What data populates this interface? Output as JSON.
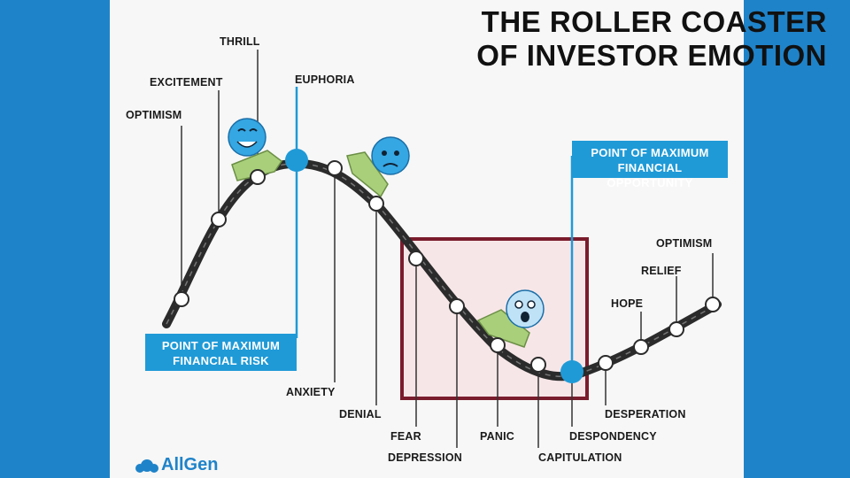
{
  "title": {
    "line1": "THE ROLLER COASTER",
    "line2": "OF INVESTOR EMOTION"
  },
  "emotions": {
    "optimism_start": "OPTIMISM",
    "excitement": "EXCITEMENT",
    "thrill": "THRILL",
    "euphoria": "EUPHORIA",
    "anxiety": "ANXIETY",
    "denial": "DENIAL",
    "fear": "FEAR",
    "depression": "DEPRESSION",
    "panic": "PANIC",
    "capitulation": "CAPITULATION",
    "despondency": "DESPONDENCY",
    "desperation": "DESPERATION",
    "hope": "HOPE",
    "relief": "RELIEF",
    "optimism_end": "OPTIMISM"
  },
  "callouts": {
    "max_risk": {
      "line1": "POINT OF MAXIMUM",
      "line2": "FINANCIAL RISK"
    },
    "max_opportunity": {
      "line1": "POINT OF MAXIMUM",
      "line2": "FINANCIAL OPPORTUNITY"
    }
  },
  "logo": {
    "text": "AllGen"
  },
  "colors": {
    "background": "#1f83c9",
    "accent": "#1f9ad7",
    "highlight_border": "#7a1c2c",
    "track": "#2b2b2b",
    "car": "#a9cf7b"
  }
}
